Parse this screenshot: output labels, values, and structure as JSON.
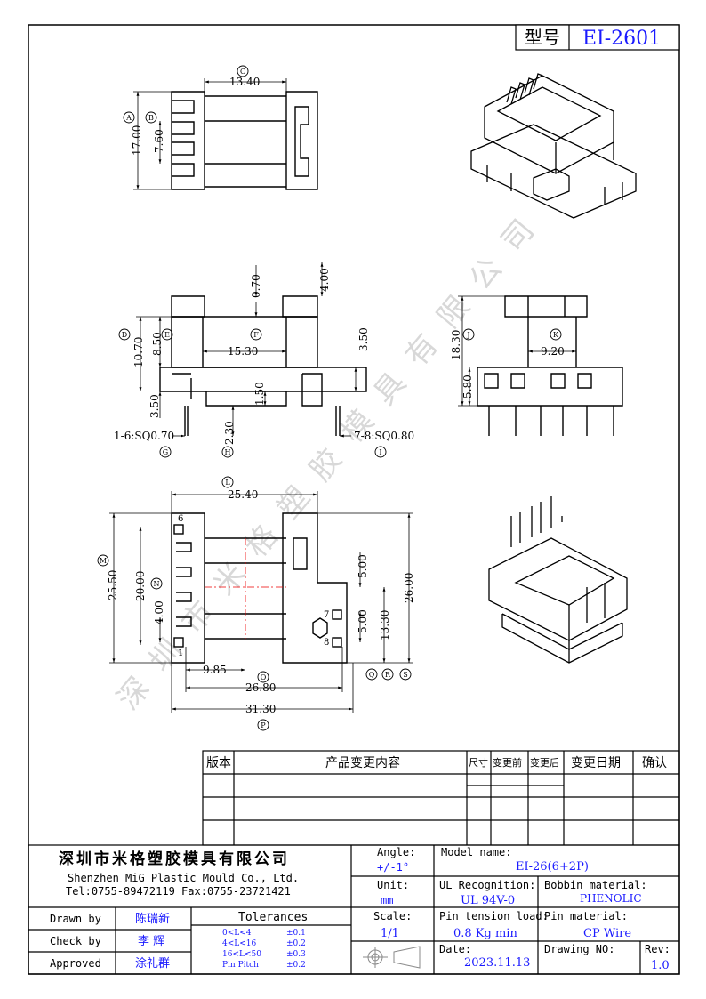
{
  "model_box": {
    "label": "型号",
    "value": "EI-2601"
  },
  "dims": {
    "top_width": "13.40",
    "A": "17.00",
    "B": "7.60",
    "h_d": "10.70",
    "h_e": "8.50",
    "h_f": "0.70",
    "h_4": "4.00",
    "h_153": "15.30",
    "h_350r": "3.50",
    "h_350l": "3.50",
    "h_150": "1.50",
    "h_230": "2.30",
    "pin_16": "1-6:SQ0.70",
    "pin_78": "7-8:SQ0.80",
    "s_j": "18.30",
    "s_k": "9.20",
    "s_580": "5.80",
    "b_254": "25.40",
    "b_255": "25.50",
    "b_200": "20.00",
    "b_400": "4.00",
    "b_500a": "5.00",
    "b_500b": "5.00",
    "b_1330": "13.30",
    "b_2600": "26.00",
    "b_985": "9.85",
    "b_2680": "26.80",
    "b_3130": "31.30",
    "pin6": "6",
    "pin1": "1",
    "pin7": "7",
    "pin8": "8"
  },
  "circles": {
    "A": "A",
    "B": "B",
    "C": "C",
    "D": "D",
    "E": "E",
    "F": "F",
    "G": "G",
    "H": "H",
    "I": "I",
    "J": "J",
    "K": "K",
    "L": "L",
    "M": "M",
    "N": "N",
    "O": "O",
    "P": "P",
    "Q": "Q",
    "R": "R",
    "S": "S"
  },
  "watermark": "深圳市米格塑胶模具有限公司",
  "revision_table": {
    "headers": [
      "版本",
      "产品变更内容",
      "尺寸",
      "变更前",
      "变更后",
      "变更日期",
      "确认"
    ]
  },
  "title_block": {
    "company_cn": "深圳市米格塑胶模具有限公司",
    "company_en": "Shenzhen MiG Plastic Mould Co., Ltd.",
    "contact": "Tel:0755-89472119   Fax:0755-23721421",
    "angle_label": "Angle:",
    "angle_value": "+/-1°",
    "model_label": "Model name:",
    "model_value": "EI-26(6+2P)",
    "unit_label": "Unit:",
    "unit_value": "mm",
    "ul_label": "UL Recognition:",
    "ul_value": "UL 94V-0",
    "bobbin_label": "Bobbin material:",
    "bobbin_value": "PHENOLIC",
    "scale_label": "Scale:",
    "scale_value": "1/1",
    "tension_label": "Pin tension load:",
    "tension_value": "0.8 Kg min",
    "pinmat_label": "Pin material:",
    "pinmat_value": "CP Wire",
    "date_label": "Date:",
    "date_value": "2023.11.13",
    "drawing_label": "Drawing NO:",
    "rev_label": "Rev:",
    "rev_value": "1.0",
    "drawn_label": "Drawn by",
    "drawn_value": "陈瑞新",
    "check_label": "Check by",
    "check_value": "李 辉",
    "approved_label": "Approved",
    "approved_value": "涂礼群",
    "tol_title": "Tolerances",
    "tol": [
      {
        "range": "0<L<4",
        "value": "±0.1"
      },
      {
        "range": "4<L<16",
        "value": "±0.2"
      },
      {
        "range": "16<L<50",
        "value": "±0.3"
      },
      {
        "range": "Pin Pitch",
        "value": "±0.2"
      }
    ]
  }
}
